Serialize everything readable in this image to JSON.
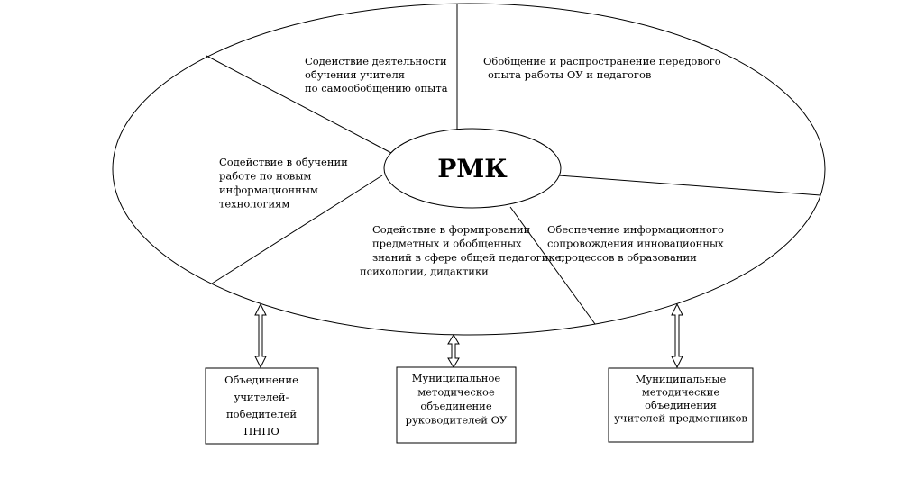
{
  "center": {
    "label": "РМК"
  },
  "segments": {
    "top_left": [
      "Содействие деятельности",
      "обучения учителя",
      "по самообобщению опыта"
    ],
    "top_right": [
      "Обобщение и распространение передового",
      "опыта работы ОУ и педагогов"
    ],
    "left": [
      "Содействие в обучении",
      "работе по новым",
      "информационным",
      "технологиям"
    ],
    "bottom_middle": [
      "Содействие в формировании",
      "предметных и обобщенных",
      "знаний в сфере общей педагогике,",
      "психологии, дидактики"
    ],
    "bottom_right": [
      "Обеспечение информационного",
      "сопровождения инновационных",
      "процессов в образовании"
    ]
  },
  "boxes": [
    {
      "lines": [
        "Объединение",
        "учителей-",
        "победителей",
        "ПНПО"
      ]
    },
    {
      "lines": [
        "Муниципальное",
        "методическое",
        "объединение",
        "руководителей ОУ"
      ]
    },
    {
      "lines": [
        "Муниципальные",
        "методические",
        "объединения",
        "учителей-предметников"
      ]
    }
  ]
}
